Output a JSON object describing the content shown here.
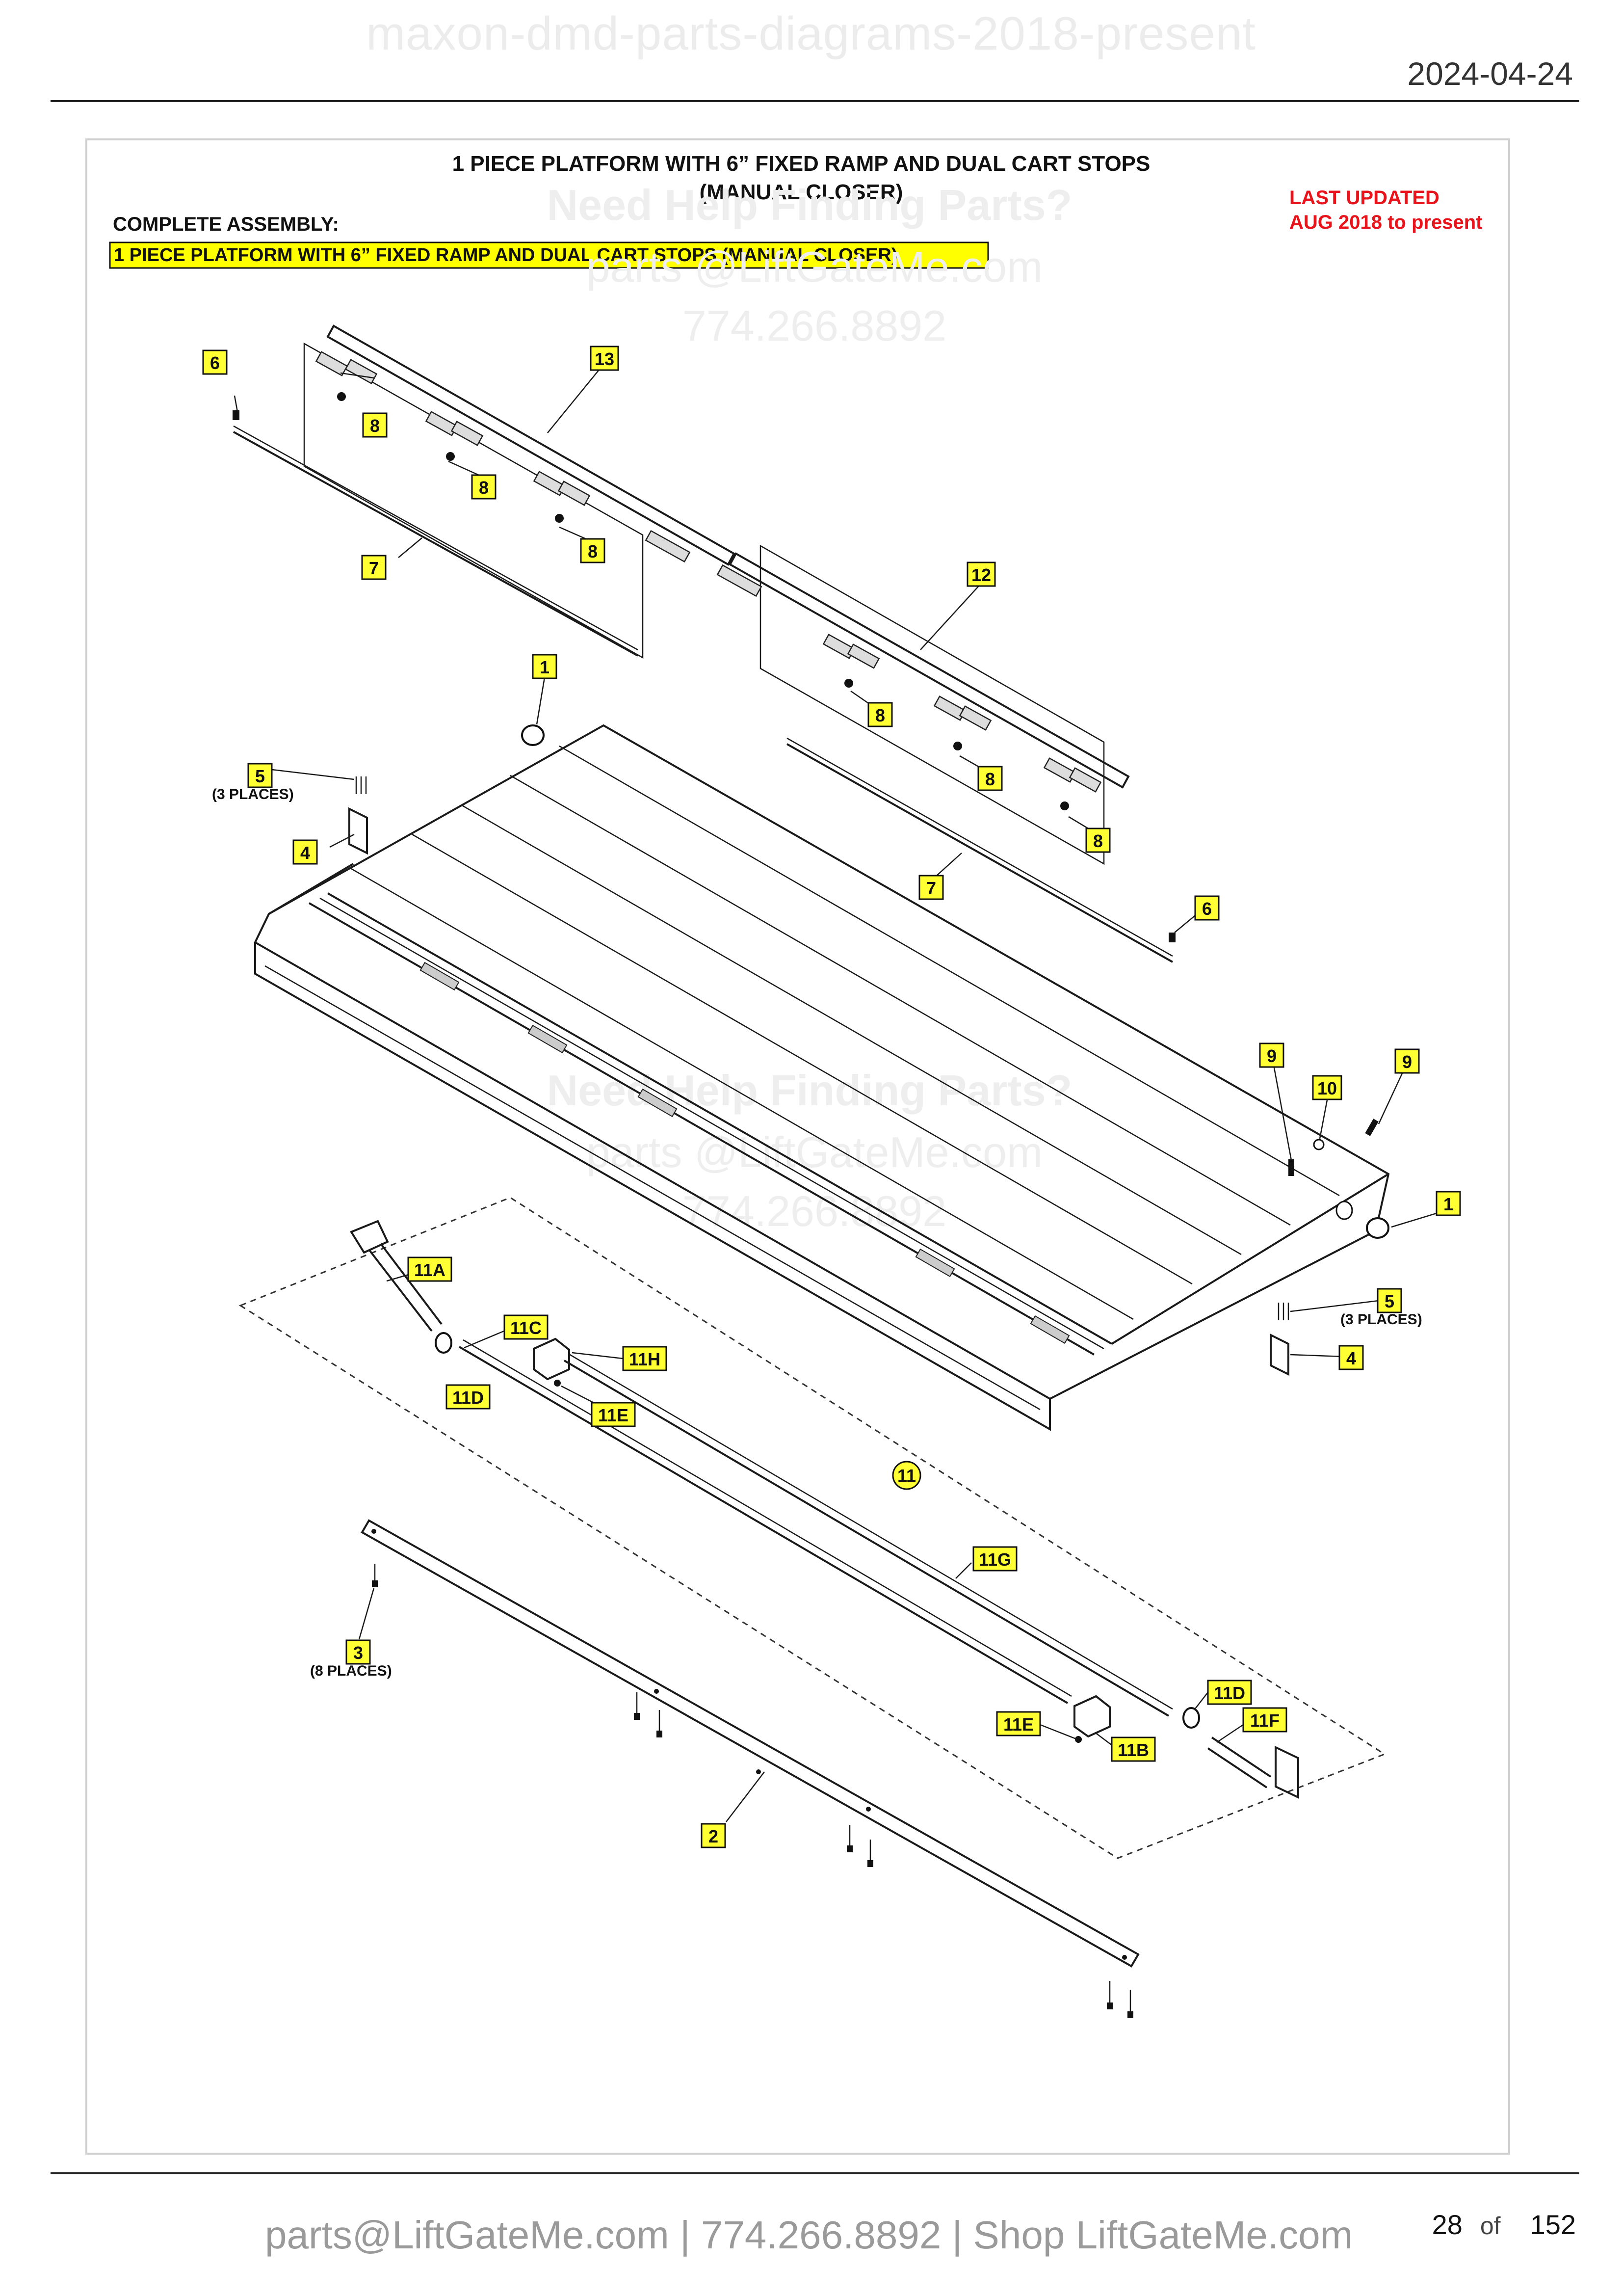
{
  "header": {
    "watermark_title": "maxon-dmd-parts-diagrams-2018-present",
    "date": "2024-04-24"
  },
  "diagram": {
    "title_line1": "1 PIECE PLATFORM WITH 6” FIXED RAMP AND DUAL CART STOPS",
    "title_line2": "(MANUAL CLOSER)",
    "assembly_label": "COMPLETE ASSEMBLY:",
    "assembly_name": "1 PIECE PLATFORM WITH 6” FIXED RAMP AND DUAL CART STOPS (MANUAL CLOSER)",
    "last_updated_line1": "LAST UPDATED",
    "last_updated_line2": "AUG 2018 to present",
    "watermark": {
      "line1": "Need Help Finding Parts?",
      "line2": "parts @LiftGateMe.com",
      "line3": "774.266.8892"
    },
    "callouts": {
      "c1": "1",
      "c2": "2",
      "c3": "3",
      "c4": "4",
      "c5": "5",
      "c6": "6",
      "c7": "7",
      "c8": "8",
      "c9": "9",
      "c10": "10",
      "c11": "11",
      "c11A": "11A",
      "c11B": "11B",
      "c11C": "11C",
      "c11D": "11D",
      "c11E": "11E",
      "c11F": "11F",
      "c11G": "11G",
      "c11H": "11H",
      "c12": "12",
      "c13": "13"
    },
    "notes": {
      "three_places": "(3 PLACES)",
      "eight_places": "(8 PLACES)"
    },
    "colors": {
      "callout_fill": "#ffff33",
      "highlight": "#ffff00",
      "red_text": "#e8141b",
      "line": "#1a1a1a"
    }
  },
  "footer": {
    "contact": "parts@LiftGateMe.com | 774.266.8892 | Shop LiftGateMe.com",
    "page_current": "28",
    "page_of": "of",
    "page_total": "152"
  }
}
